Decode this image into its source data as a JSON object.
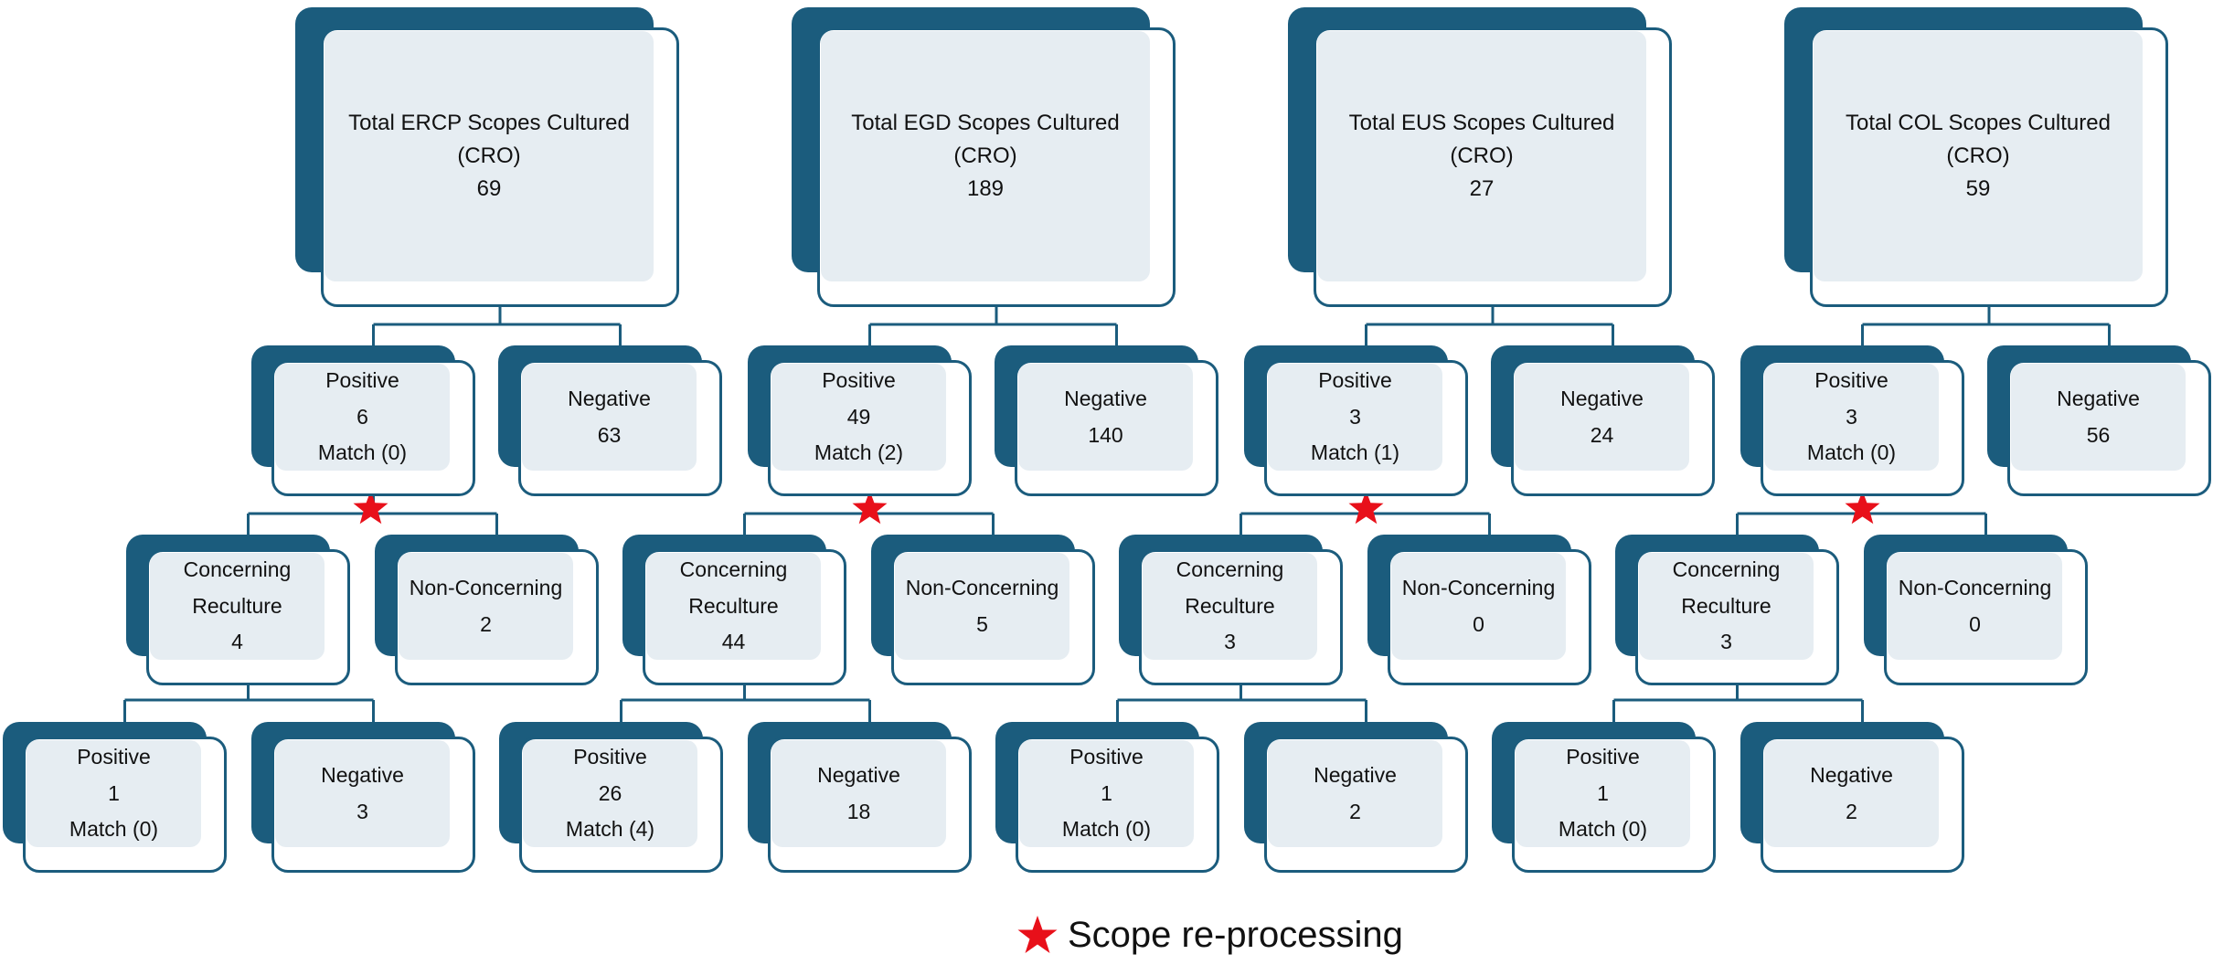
{
  "colors": {
    "box_dark": "#1b5c7d",
    "box_light": "#e6edf2",
    "star": "#e8101a"
  },
  "legend": {
    "icon": "red-star-icon",
    "label": "Scope re-processing"
  },
  "trees": [
    {
      "root": [
        "Total ERCP Scopes Cultured",
        "(CRO)",
        "69"
      ],
      "positive": [
        "Positive",
        "6",
        "Match (0)"
      ],
      "negative": [
        "Negative",
        "63"
      ],
      "concerning": [
        "Concerning",
        "Reculture",
        "4"
      ],
      "non_concerning": [
        "Non-Concerning",
        "2"
      ],
      "reculture_positive": [
        "Positive",
        "1",
        "Match (0)"
      ],
      "reculture_negative": [
        "Negative",
        "3"
      ]
    },
    {
      "root": [
        "Total EGD Scopes Cultured",
        "(CRO)",
        "189"
      ],
      "positive": [
        "Positive",
        "49",
        "Match (2)"
      ],
      "negative": [
        "Negative",
        "140"
      ],
      "concerning": [
        "Concerning",
        "Reculture",
        "44"
      ],
      "non_concerning": [
        "Non-Concerning",
        "5"
      ],
      "reculture_positive": [
        "Positive",
        "26",
        "Match (4)"
      ],
      "reculture_negative": [
        "Negative",
        "18"
      ]
    },
    {
      "root": [
        "Total EUS Scopes Cultured",
        "(CRO)",
        "27"
      ],
      "positive": [
        "Positive",
        "3",
        "Match (1)"
      ],
      "negative": [
        "Negative",
        "24"
      ],
      "concerning": [
        "Concerning",
        "Reculture",
        "3"
      ],
      "non_concerning": [
        "Non-Concerning",
        "0"
      ],
      "reculture_positive": [
        "Positive",
        "1",
        "Match (0)"
      ],
      "reculture_negative": [
        "Negative",
        "2"
      ]
    },
    {
      "root": [
        "Total COL Scopes Cultured",
        "(CRO)",
        "59"
      ],
      "positive": [
        "Positive",
        "3",
        "Match (0)"
      ],
      "negative": [
        "Negative",
        "56"
      ],
      "concerning": [
        "Concerning",
        "Reculture",
        "3"
      ],
      "non_concerning": [
        "Non-Concerning",
        "0"
      ],
      "reculture_positive": [
        "Positive",
        "1",
        "Match (0)"
      ],
      "reculture_negative": [
        "Negative",
        "2"
      ]
    }
  ]
}
